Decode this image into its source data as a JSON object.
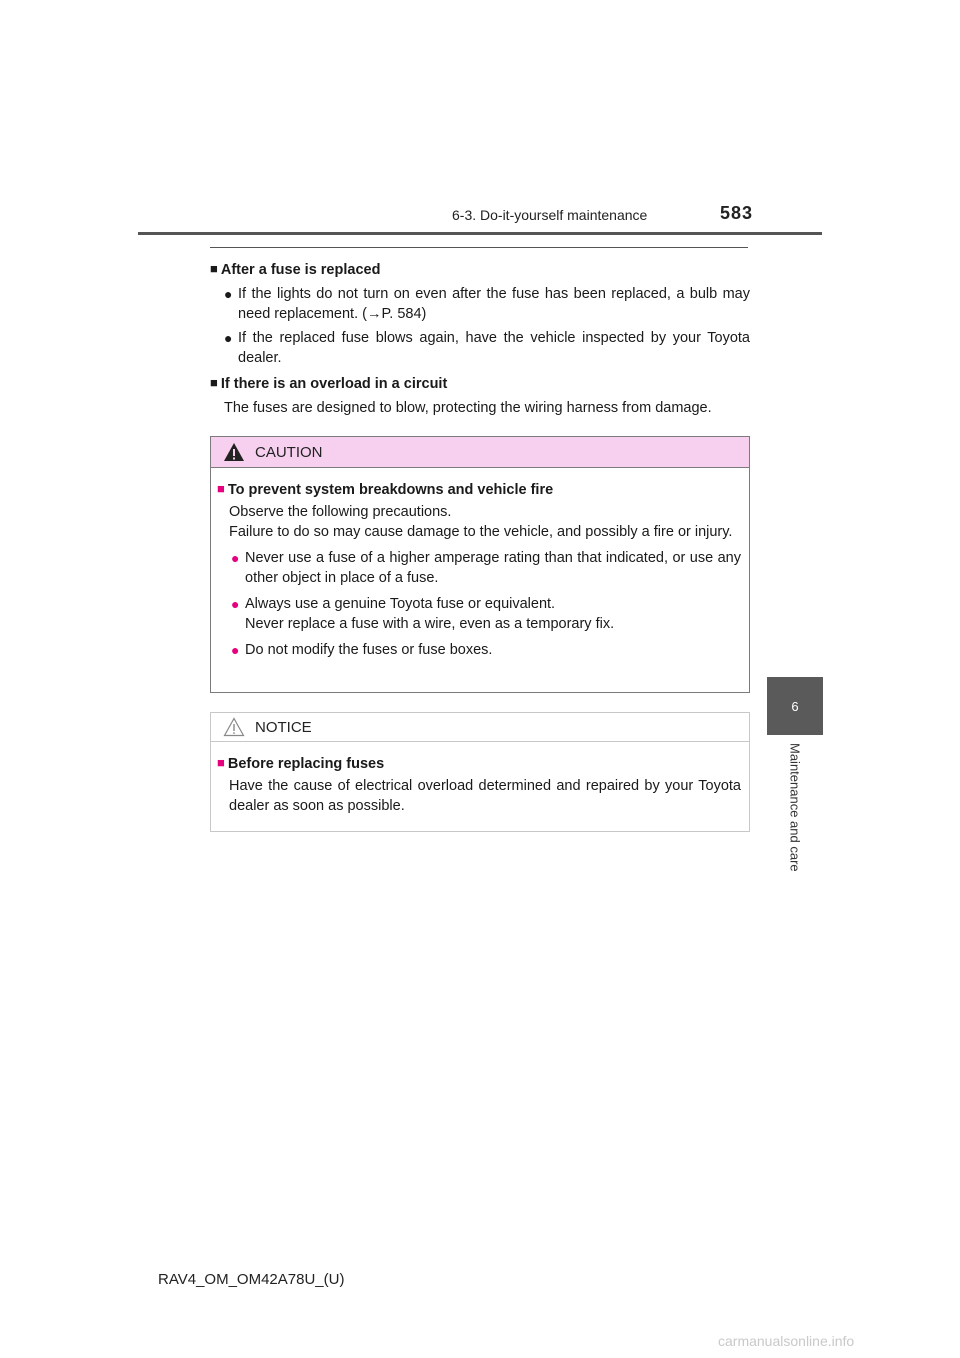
{
  "header": {
    "section": "6-3. Do-it-yourself maintenance",
    "page_number": "583"
  },
  "side_tab": {
    "number": "6",
    "label": "Maintenance and care"
  },
  "sections": [
    {
      "heading": "After a fuse is replaced",
      "bullets": [
        "If the lights do not turn on even after the fuse has been replaced, a bulb may need replacement. (→P. 584)",
        "If the replaced fuse blows again, have the vehicle inspected by your Toyota dealer."
      ]
    },
    {
      "heading": "If there is an overload in a circuit",
      "text": "The fuses are designed to blow, protecting the wiring harness from damage."
    }
  ],
  "caution": {
    "label": "CAUTION",
    "heading": "To prevent system breakdowns and vehicle fire",
    "intro_1": "Observe the following precautions.",
    "intro_2": "Failure to do so may cause damage to the vehicle, and possibly a fire or injury.",
    "bullets": [
      "Never use a fuse of a higher amperage rating than that indicated, or use any other object in place of a fuse.",
      "Always use a genuine Toyota fuse or equivalent.",
      "Do not modify the fuses or fuse boxes."
    ],
    "bullet_2_line_2": "Never replace a fuse with a wire, even as a temporary fix."
  },
  "notice": {
    "label": "NOTICE",
    "heading": "Before replacing fuses",
    "text": "Have the cause of electrical overload determined and repaired by your Toyota dealer as soon as possible."
  },
  "footer": "RAV4_OM_OM42A78U_(U)",
  "watermark": "carmanualsonline.info",
  "icons": {
    "heading_marker": "black-square",
    "bullet_marker": "black-circle",
    "caution_icon": "warning-triangle-filled",
    "notice_icon": "warning-triangle-outline"
  },
  "colors": {
    "caution_bar": "#f7d0ef",
    "accent_pink": "#e6007e",
    "side_tab": "#5a5a5a"
  }
}
